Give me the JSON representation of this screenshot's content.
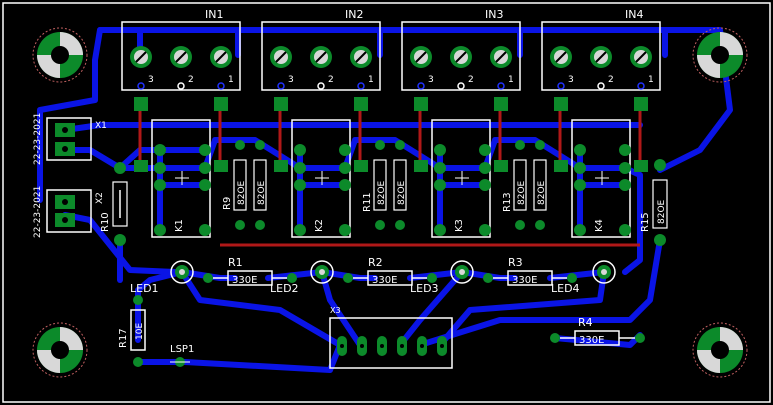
{
  "colors": {
    "background": "#000000",
    "board_outline": "#ffffff",
    "trace_bottom": "#0a14e6",
    "trace_top": "#b01818",
    "pad": "#0c8a2a",
    "silk": "#ffffff",
    "drill": "#2030ff",
    "mount_ring": "#c06060"
  },
  "terminals": [
    {
      "label": "IN1",
      "pins": [
        "3",
        "2",
        "1"
      ]
    },
    {
      "label": "IN2",
      "pins": [
        "3",
        "2",
        "1"
      ]
    },
    {
      "label": "IN3",
      "pins": [
        "3",
        "2",
        "1"
      ]
    },
    {
      "label": "IN4",
      "pins": [
        "3",
        "2",
        "1"
      ]
    }
  ],
  "relays": [
    "K1",
    "K2",
    "K3",
    "K4"
  ],
  "resistors_vertical": [
    {
      "ref": "R9",
      "value": "82OE",
      "value2": "82OE"
    },
    {
      "ref": "R11",
      "value": "82OE",
      "value2": "82OE"
    },
    {
      "ref": "R13",
      "value": "82OE",
      "value2": "82OE"
    }
  ],
  "r15": {
    "ref": "R15",
    "value": "82OE"
  },
  "r10": {
    "ref": "R10"
  },
  "resistors_horizontal": [
    {
      "ref": "R1",
      "value": "330E"
    },
    {
      "ref": "R2",
      "value": "330E"
    },
    {
      "ref": "R3",
      "value": "330E"
    }
  ],
  "r4": {
    "ref": "R4",
    "value": "330E"
  },
  "r17": {
    "ref": "R17",
    "value": "10E"
  },
  "leds": [
    "LED1",
    "LED2",
    "LED3",
    "LED4"
  ],
  "connectors": {
    "x1": {
      "ref": "X1",
      "date": "22-23-2021"
    },
    "x2": {
      "ref": "X2",
      "date": "22-23-2021"
    },
    "x3": {
      "ref": "X3"
    }
  },
  "speaker": {
    "ref": "LSP1"
  }
}
